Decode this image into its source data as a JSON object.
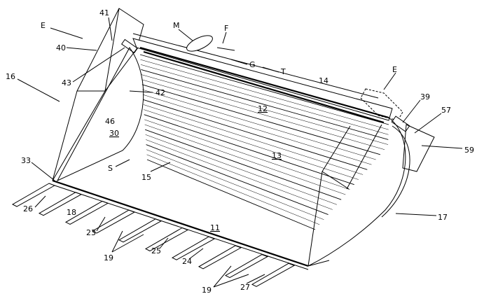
{
  "figure": {
    "labels": {
      "l41": "41",
      "lE1": "E",
      "l40": "40",
      "lM": "M",
      "lF": "F",
      "lG": "G",
      "lT": "T",
      "l43": "43",
      "l16": "16",
      "l42": "42",
      "l14": "14",
      "lE2": "E",
      "l39": "39",
      "l57": "57",
      "l12": "12",
      "l46": "46",
      "l30": "30",
      "l13": "13",
      "l59": "59",
      "l33": "33",
      "lS": "S",
      "l15": "15",
      "l26": "26",
      "l18": "18",
      "l23": "23",
      "l11": "11",
      "l17": "17",
      "l19a": "19",
      "l25": "25",
      "l24": "24",
      "l19b": "19",
      "l27": "27"
    }
  }
}
